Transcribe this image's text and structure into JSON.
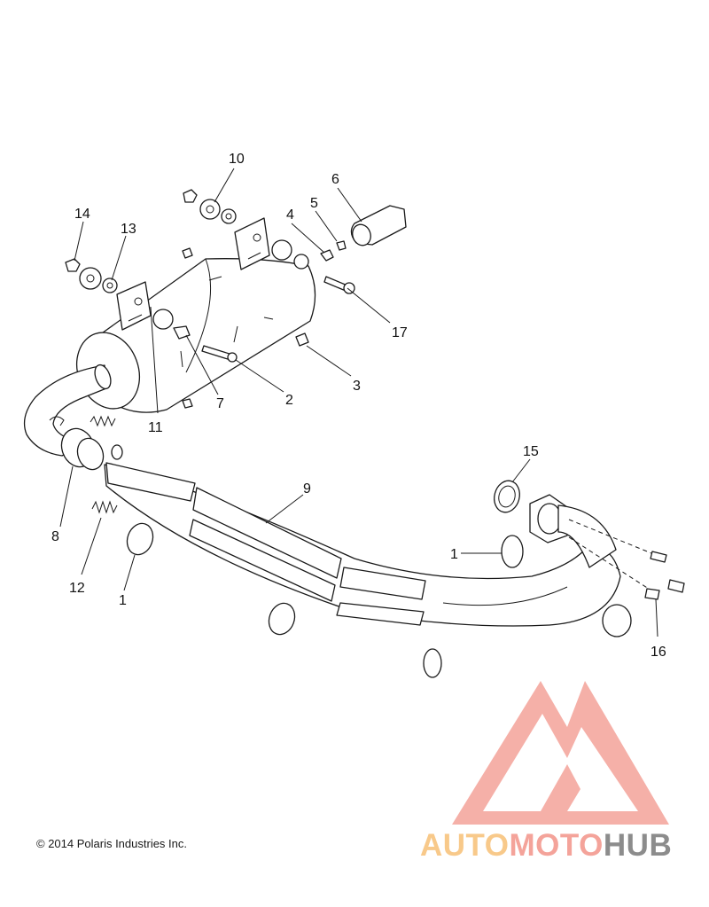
{
  "callouts": [
    {
      "id": "c10",
      "label": "10"
    },
    {
      "id": "c6",
      "label": "6"
    },
    {
      "id": "c14",
      "label": "14"
    },
    {
      "id": "c4",
      "label": "4"
    },
    {
      "id": "c5",
      "label": "5"
    },
    {
      "id": "c13",
      "label": "13"
    },
    {
      "id": "c17",
      "label": "17"
    },
    {
      "id": "c3",
      "label": "3"
    },
    {
      "id": "c2",
      "label": "2"
    },
    {
      "id": "c7",
      "label": "7"
    },
    {
      "id": "c11",
      "label": "11"
    },
    {
      "id": "c15",
      "label": "15"
    },
    {
      "id": "c9",
      "label": "9"
    },
    {
      "id": "c8",
      "label": "8"
    },
    {
      "id": "c1a",
      "label": "1"
    },
    {
      "id": "c12",
      "label": "12"
    },
    {
      "id": "c1b",
      "label": "1"
    },
    {
      "id": "c16",
      "label": "16"
    }
  ],
  "footer": {
    "copyright": "© 2014 Polaris Industries Inc."
  },
  "watermark": {
    "brand_auto": "AUTO",
    "brand_moto": "MOTO",
    "brand_hub": "HUB",
    "colors": {
      "auto": "#f8c98a",
      "moto": "#f4a39a",
      "hub": "#8c8c8c",
      "logo": "#f4a39a"
    }
  }
}
